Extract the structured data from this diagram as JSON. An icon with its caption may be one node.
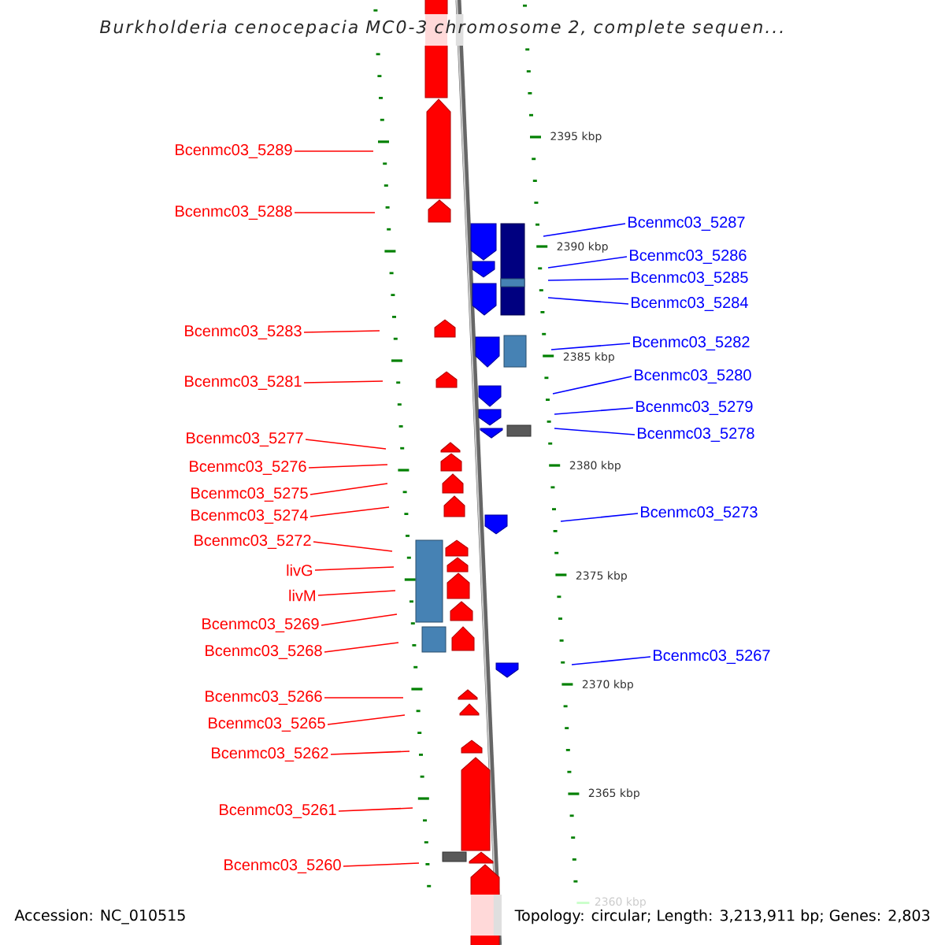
{
  "diagram": {
    "title": "Burkholderia cenocepacia MC0-3 chromosome 2, complete sequen...",
    "nodes": [
      {
        "text": [
          "Bcenmc03_5289"
        ]
      },
      {
        "text": [
          "Bcenmc03_5288"
        ]
      },
      {
        "text": [
          "Bcenmc03_5283"
        ]
      },
      {
        "text": [
          "Bcenmc03_5281"
        ]
      },
      {
        "text": [
          "Bcenmc03_5277"
        ]
      },
      {
        "text": [
          "Bcenmc03_5276"
        ]
      },
      {
        "text": [
          "Bcenmc03_5275"
        ]
      },
      {
        "text": [
          "Bcenmc03_5274"
        ]
      },
      {
        "text": [
          "Bcenmc03_5272"
        ]
      },
      {
        "text": [
          "livG"
        ]
      },
      {
        "text": [
          "livM"
        ]
      },
      {
        "text": [
          "Bcenmc03_5269"
        ]
      },
      {
        "text": [
          "Bcenmc03_5268"
        ]
      },
      {
        "text": [
          "Bcenmc03_5266"
        ]
      },
      {
        "text": [
          "Bcenmc03_5265"
        ]
      },
      {
        "text": [
          "Bcenmc03_5262"
        ]
      },
      {
        "text": [
          "Bcenmc03_5261"
        ]
      },
      {
        "text": [
          "Bcenmc03_5260"
        ]
      },
      {
        "text": [
          "Bcenmc03_5287"
        ]
      },
      {
        "text": [
          "Bcenmc03_5286"
        ]
      },
      {
        "text": [
          "Bcenmc03_5285"
        ]
      },
      {
        "text": [
          "Bcenmc03_5284"
        ]
      },
      {
        "text": [
          "Bcenmc03_5282"
        ]
      },
      {
        "text": [
          "Bcenmc03_5280"
        ]
      },
      {
        "text": [
          "Bcenmc03_5279"
        ]
      },
      {
        "text": [
          "Bcenmc03_5278"
        ]
      },
      {
        "text": [
          "Bcenmc03_5273"
        ]
      },
      {
        "text": [
          "Bcenmc03_5267"
        ]
      }
    ],
    "edges": [
      {
        "from": 0,
        "to": null,
        "arrow": "none"
      },
      {
        "from": 1,
        "to": null,
        "arrow": "none"
      },
      {
        "from": 2,
        "to": null,
        "arrow": "none"
      },
      {
        "from": 3,
        "to": null,
        "arrow": "none"
      },
      {
        "from": 4,
        "to": null,
        "arrow": "none"
      },
      {
        "from": 5,
        "to": null,
        "arrow": "none"
      },
      {
        "from": 6,
        "to": null,
        "arrow": "none"
      },
      {
        "from": 7,
        "to": null,
        "arrow": "none"
      },
      {
        "from": 8,
        "to": null,
        "arrow": "none"
      },
      {
        "from": 9,
        "to": null,
        "arrow": "none"
      },
      {
        "from": 10,
        "to": null,
        "arrow": "none"
      },
      {
        "from": 11,
        "to": null,
        "arrow": "none"
      },
      {
        "from": 12,
        "to": null,
        "arrow": "none"
      },
      {
        "from": 13,
        "to": null,
        "arrow": "none"
      },
      {
        "from": 14,
        "to": null,
        "arrow": "none"
      },
      {
        "from": 15,
        "to": null,
        "arrow": "none"
      },
      {
        "from": 16,
        "to": null,
        "arrow": "none"
      },
      {
        "from": 17,
        "to": null,
        "arrow": "none"
      },
      {
        "from": 18,
        "to": null,
        "arrow": "none",
        "color": "#0000ff"
      },
      {
        "from": 19,
        "to": null,
        "arrow": "none",
        "color": "#0000ff"
      },
      {
        "from": 20,
        "to": null,
        "arrow": "none",
        "color": "#0000ff"
      },
      {
        "from": 21,
        "to": null,
        "arrow": "none",
        "color": "#0000ff"
      },
      {
        "from": 22,
        "to": null,
        "arrow": "none",
        "color": "#0000ff"
      },
      {
        "from": 23,
        "to": null,
        "arrow": "none",
        "color": "#0000ff"
      },
      {
        "from": 24,
        "to": null,
        "arrow": "none",
        "color": "#0000ff"
      },
      {
        "from": 25,
        "to": null,
        "arrow": "none",
        "color": "#0000ff"
      },
      {
        "from": 26,
        "to": null,
        "arrow": "none",
        "color": "#0000ff"
      },
      {
        "from": 27,
        "to": null,
        "arrow": "none",
        "color": "#0000ff"
      }
    ],
    "labels": [
      "2395 kbp",
      "2390 kbp",
      "2385 kbp",
      "2380 kbp",
      "2375 kbp",
      "2370 kbp",
      "2365 kbp",
      "2360 kbp",
      "Accession: NC_010515",
      "Topology: circular; Length: 3,213,911 bp; Genes: 2,803"
    ]
  }
}
